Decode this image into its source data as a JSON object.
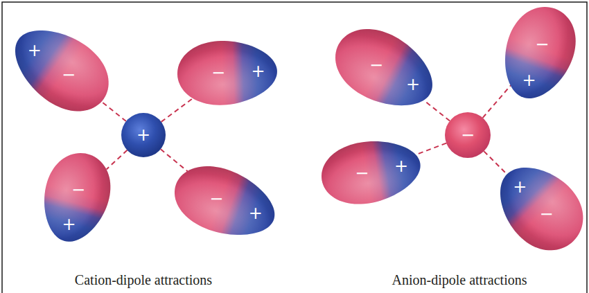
{
  "diagram": {
    "nodes": [
      {
        "text": [
          "+",
          "−"
        ]
      },
      {
        "text": [
          "−",
          "+"
        ]
      },
      {
        "text": [
          "+"
        ]
      },
      {
        "text": [
          "−",
          "+"
        ]
      },
      {
        "text": [
          "−",
          "+"
        ]
      },
      {
        "text": [
          "−",
          "+"
        ]
      },
      {
        "text": [
          "−",
          "+"
        ]
      },
      {
        "text": [
          "−"
        ]
      },
      {
        "text": [
          "−",
          "+"
        ]
      },
      {
        "text": [
          "+",
          "−"
        ]
      }
    ],
    "edges": [
      {
        "from": 2,
        "to": 0,
        "arrow": "none"
      },
      {
        "from": 2,
        "to": 1,
        "arrow": "none"
      },
      {
        "from": 2,
        "to": 3,
        "arrow": "none"
      },
      {
        "from": 2,
        "to": 4,
        "arrow": "none"
      },
      {
        "from": 7,
        "to": 5,
        "arrow": "none"
      },
      {
        "from": 7,
        "to": 6,
        "arrow": "none"
      },
      {
        "from": 7,
        "to": 8,
        "arrow": "none"
      },
      {
        "from": 7,
        "to": 9,
        "arrow": "none"
      }
    ],
    "labels": [
      "Cation-dipole attractions",
      "Anion-dipole attractions"
    ]
  }
}
